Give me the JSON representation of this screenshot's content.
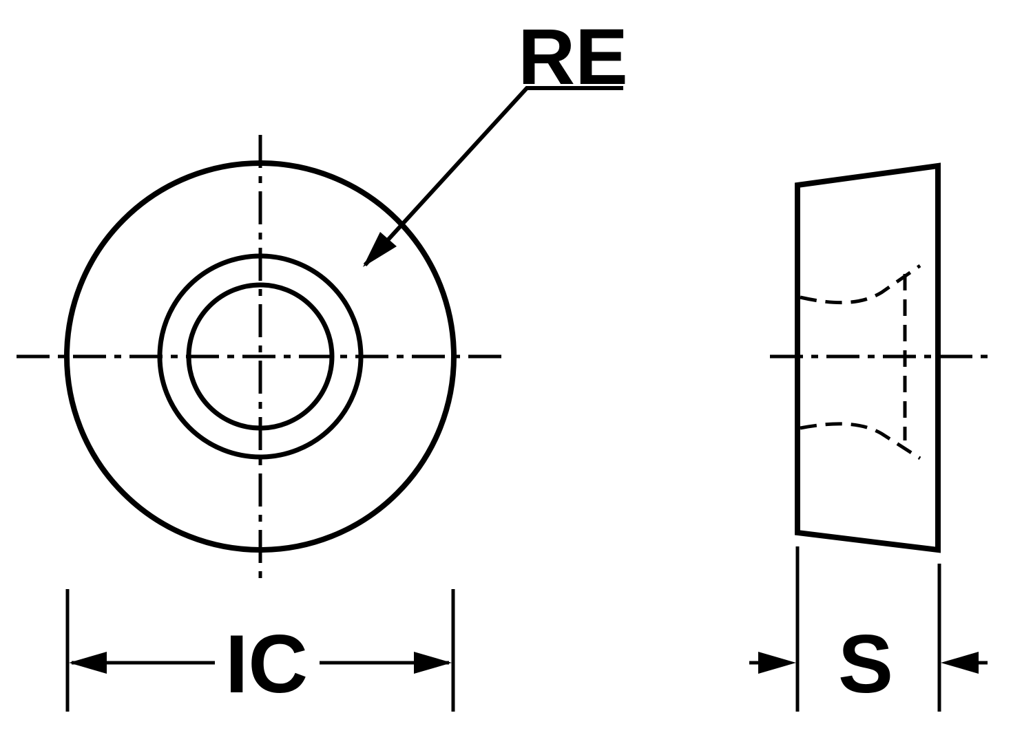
{
  "diagram": {
    "kind": "technical-drawing-cutting-insert",
    "colors": {
      "insert_fill": "#FFC608",
      "line": "#000000",
      "background": "#FFFFFF"
    },
    "labels": {
      "corner_radius": "RE",
      "inscribed_circle_diameter": "IC",
      "thickness": "S"
    }
  }
}
